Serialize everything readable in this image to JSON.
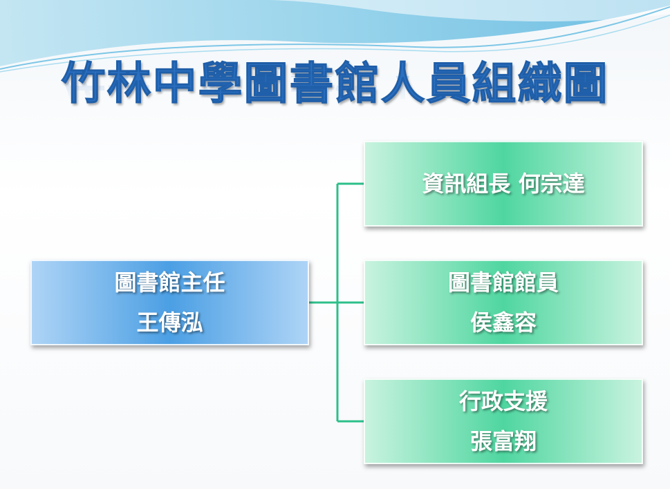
{
  "title": "竹林中學圖書館人員組織圖",
  "root": {
    "line1": "圖書館主任",
    "line2": "王傳泓"
  },
  "children": [
    {
      "line1": "資訊組長 何宗達"
    },
    {
      "line1": "圖書館館員",
      "line2": "侯鑫容"
    },
    {
      "line1": "行政支援",
      "line2": "張富翔"
    }
  ],
  "colors": {
    "title": "#2a6fc0",
    "root_box": "#4b9fe4",
    "child_box": "#4fd6a0",
    "connector": "#2cbf8a"
  }
}
